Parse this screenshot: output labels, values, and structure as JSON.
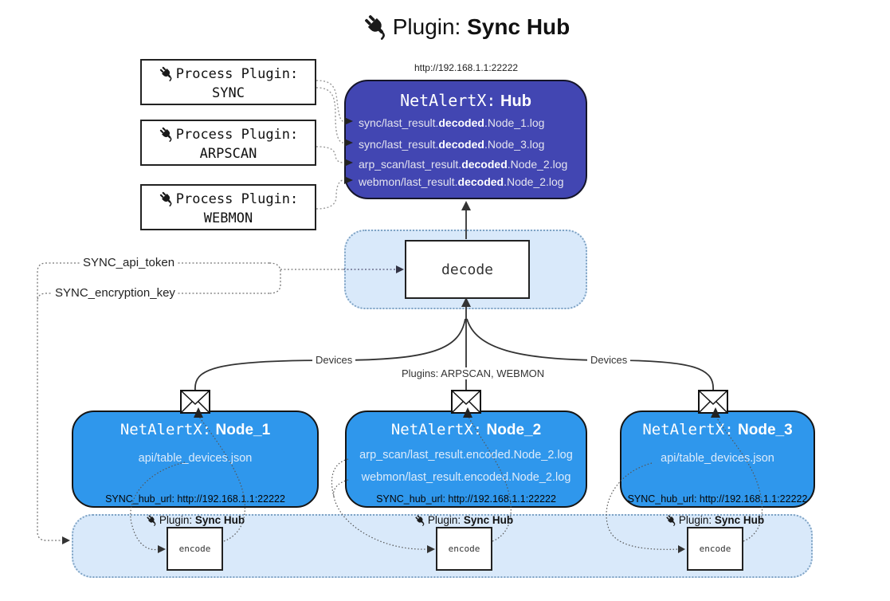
{
  "title": {
    "prefix": "Plugin:",
    "bold": "Sync Hub"
  },
  "hub": {
    "url": "http://192.168.1.1:22222",
    "name_prefix": "NetAlertX:",
    "name_bold": "Hub",
    "logs": [
      {
        "pre": "sync/last_result.",
        "bold": "decoded",
        "post": ".Node_1.log"
      },
      {
        "pre": "sync/last_result.",
        "bold": "decoded",
        "post": ".Node_3.log"
      },
      {
        "pre": "arp_scan/last_result.",
        "bold": "decoded",
        "post": ".Node_2.log"
      },
      {
        "pre": "webmon/last_result.",
        "bold": "decoded",
        "post": ".Node_2.log"
      }
    ]
  },
  "process_plugins": [
    {
      "title": "Process Plugin:",
      "name": "SYNC"
    },
    {
      "title": "Process Plugin:",
      "name": "ARPSCAN"
    },
    {
      "title": "Process Plugin:",
      "name": "WEBMON"
    }
  ],
  "decode": {
    "label": "decode"
  },
  "settings": {
    "api_token": "SYNC_api_token",
    "encryption_key": "SYNC_encryption_key"
  },
  "edges": {
    "devices_left": "Devices",
    "plugins_center": "Plugins: ARPSCAN, WEBMON",
    "devices_right": "Devices"
  },
  "nodes": [
    {
      "name_prefix": "NetAlertX:",
      "name_bold": "Node_1",
      "files": [
        "api/table_devices.json"
      ],
      "hub_url": "SYNC_hub_url: http://192.168.1.1:22222"
    },
    {
      "name_prefix": "NetAlertX:",
      "name_bold": "Node_2",
      "files": [
        "arp_scan/last_result.encoded.Node_2.log",
        "webmon/last_result.encoded.Node_2.log"
      ],
      "hub_url": "SYNC_hub_url: http://192.168.1.1:22222"
    },
    {
      "name_prefix": "NetAlertX:",
      "name_bold": "Node_3",
      "files": [
        "api/table_devices.json"
      ],
      "hub_url": "SYNC_hub_url: http://192.168.1.1:22222"
    }
  ],
  "encode": {
    "label_prefix": "Plugin:",
    "label_bold": "Sync Hub",
    "box_label": "encode"
  },
  "icons": {
    "title_icon": "plug-icon",
    "node_mail_icon": "envelope-icon"
  },
  "colors": {
    "hub-bg": "#4246b2",
    "node-bg": "#2f97ec",
    "panel-bg": "#d9e9fa",
    "panel-border": "#7fa3c4",
    "line": "#333333",
    "dotted-line": "#999999"
  }
}
